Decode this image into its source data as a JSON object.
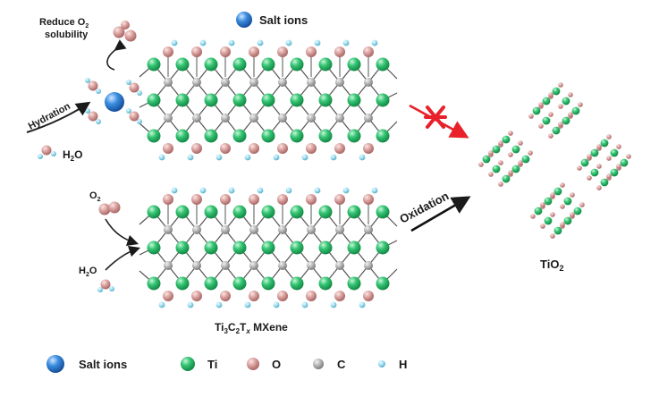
{
  "labels": {
    "reduce_o2_line1": "Reduce O",
    "reduce_o2_sub": "2",
    "reduce_o2_line2": "solubility",
    "hydration": "Hydration",
    "h2o_top_main": "H",
    "h2o_top_sub": "2",
    "h2o_top_tail": "O",
    "salt_ions_top": "Salt ions",
    "o2_left_main": "O",
    "o2_left_sub": "2",
    "h2o_bottom_main": "H",
    "h2o_bottom_sub": "2",
    "h2o_bottom_tail": "O",
    "oxidation": "Oxidation",
    "tio2_main": "TiO",
    "tio2_sub": "2",
    "mxene_p1": "Ti",
    "mxene_s1": "3",
    "mxene_p2": "C",
    "mxene_s2": "2",
    "mxene_p3": "T",
    "mxene_s3": "x",
    "mxene_p4": " MXene"
  },
  "legend": [
    {
      "label": "Salt ions",
      "kind": "salt"
    },
    {
      "label": "Ti",
      "kind": "ti"
    },
    {
      "label": "O",
      "kind": "o"
    },
    {
      "label": "C",
      "kind": "c"
    },
    {
      "label": "H",
      "kind": "h"
    }
  ],
  "colors": {
    "salt": "#2f7fd6",
    "ti": "#2fc070",
    "o": "#d79a98",
    "c": "#b4b4b4",
    "h": "#8fd6ea",
    "blocked": "#e8202a"
  }
}
